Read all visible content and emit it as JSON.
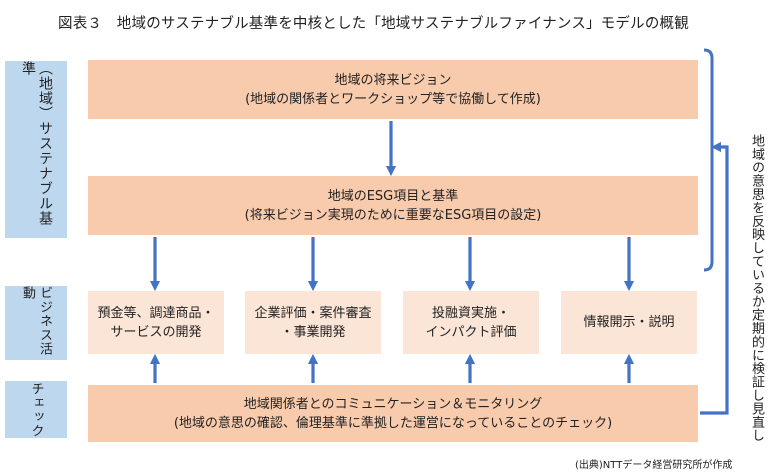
{
  "title": "図表３　地域のサステナブル基準を中核とした「地域サステナブルファイナンス」モデルの概観",
  "side_labels": {
    "standards_line1": "（地域）",
    "standards_line2": "サステナブル基準",
    "business_line1": "ビジネス",
    "business_line2": "活動",
    "check": "チェック"
  },
  "vision_box": {
    "line1": "地域の将来ビジョン",
    "line2": "(地域の関係者とワークショップ等で協働して作成)"
  },
  "esg_box": {
    "line1": "地域のESG項目と基準",
    "line2": "(将来ビジョン実現のために重要なESG項目の設定)"
  },
  "activities": [
    {
      "line1": "預金等、調達商品・",
      "line2": "サービスの開発"
    },
    {
      "line1": "企業評価・案件審査",
      "line2": "・事業開発"
    },
    {
      "line1": "投融資実施・",
      "line2": "インパクト評価"
    },
    {
      "line1": "情報開示・説明",
      "line2": ""
    }
  ],
  "monitoring_box": {
    "line1": "地域関係者とのコミュニケーション＆モニタリング",
    "line2": "(地域の意思の確認、倫理基準に準拠した運営になっていることのチェック)"
  },
  "feedback_label": "地域の意思を反映しているか定期的に検証し見直し",
  "source": "(出典)NTTデータ経営研究所が作成",
  "colors": {
    "side_label_fill": "#bdd7ee",
    "main_box_fill": "#f8cbad",
    "activity_box_fill": "#fbe5d6",
    "arrow": "#4472c4"
  }
}
